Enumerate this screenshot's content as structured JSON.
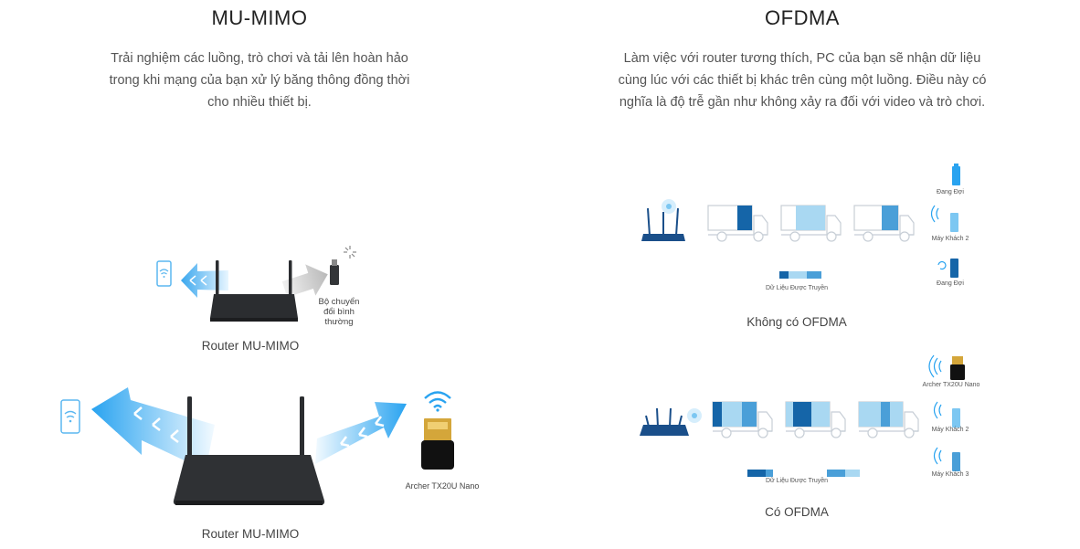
{
  "mumimo": {
    "title": "MU-MIMO",
    "desc_lines": [
      "Trải nghiệm các luồng, trò chơi và tải lên hoàn hảo",
      "trong khi mạng của bạn xử lý băng thông đồng thời",
      "cho nhiều thiết bị."
    ],
    "top_diagram": {
      "adapter_label_lines": [
        "Bộ chuyển",
        "đổi bình",
        "thường"
      ],
      "caption": "Router MU-MIMO"
    },
    "bottom_diagram": {
      "adapter_label": "Archer TX20U Nano",
      "caption": "Router MU-MIMO"
    }
  },
  "ofdma": {
    "title": "OFDMA",
    "desc_lines": [
      "Làm việc với router tương thích, PC của bạn sẽ nhận dữ liệu",
      "cùng lúc với các thiết bị khác trên cùng một luồng. Điều này có",
      "nghĩa là độ trễ gần như không xảy ra đối với video và trò chơi."
    ],
    "without": {
      "device_labels": [
        "Đang Đợi",
        "Máy Khách 2",
        "Đang Đợi"
      ],
      "data_label": "Dữ Liệu Được Truyền",
      "caption": "Không có OFDMA"
    },
    "with": {
      "device_labels": [
        "Archer TX20U Nano",
        "Máy Khách 2",
        "Máy Khách 3"
      ],
      "data_label": "Dữ Liệu Được Truyền",
      "caption": "Có OFDMA"
    }
  },
  "colors": {
    "router_dark": "#2b2d30",
    "router_blue": "#1a4f8a",
    "arrow_blue": "#4fb3f0",
    "data_dark": "#1565a8",
    "data_mid": "#4a9fd8",
    "data_light": "#a9d8f2",
    "truck_outline": "#c7ced6"
  }
}
